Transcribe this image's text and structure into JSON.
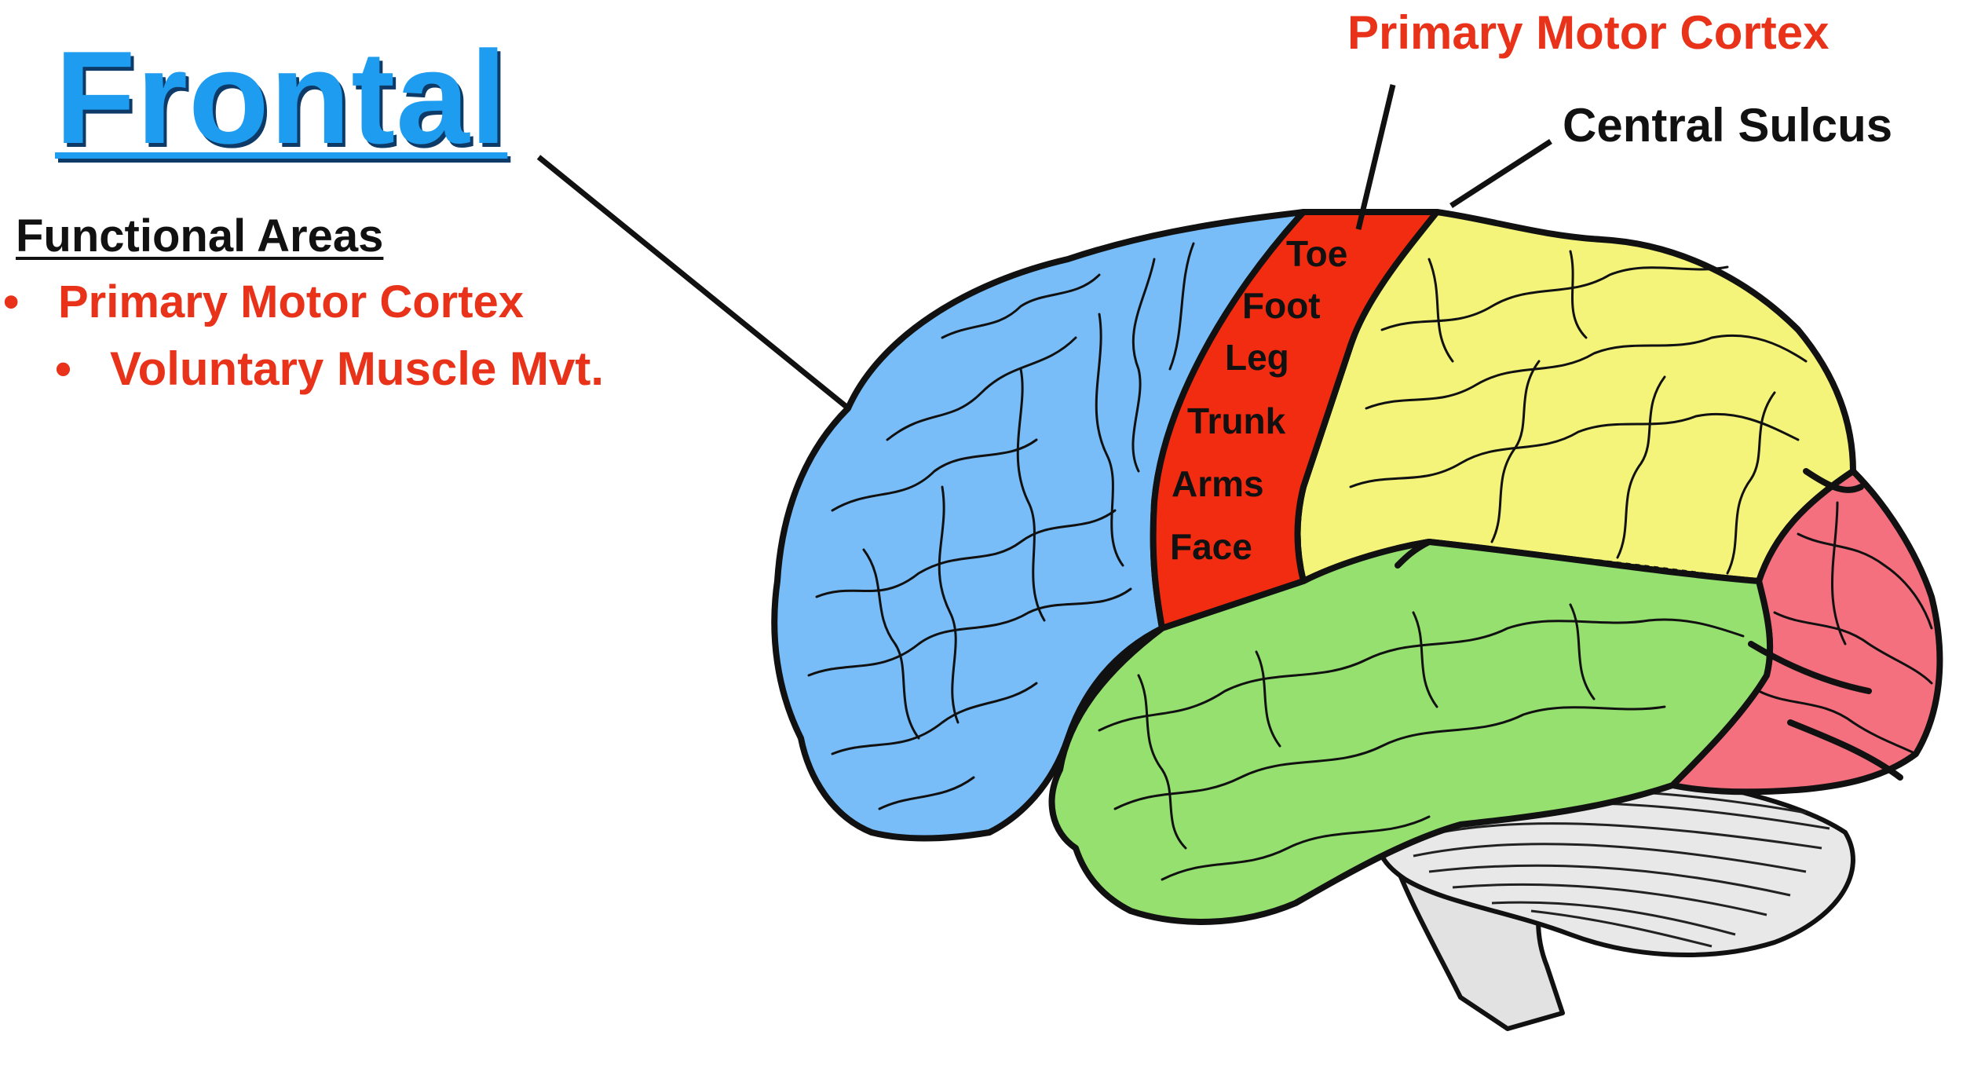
{
  "title": "Frontal",
  "functional_areas": {
    "heading": "Functional Areas",
    "items": [
      {
        "label": "Primary Motor Cortex"
      },
      {
        "label": "Voluntary Muscle Mvt."
      }
    ],
    "bullet": "•"
  },
  "callouts": {
    "primary_motor_cortex": "Primary Motor Cortex",
    "central_sulcus": "Central Sulcus"
  },
  "homunculus": [
    "Toe",
    "Foot",
    "Leg",
    "Trunk",
    "Arms",
    "Face"
  ],
  "colors": {
    "frontal_lobe": "#78bdf8",
    "motor_strip": "#f22c10",
    "parietal_lobe": "#f4f47a",
    "temporal_lobe": "#96e070",
    "occipital_lobe": "#f5707e",
    "cerebellum": "#e8e8e8",
    "brainstem": "#e2e2e2",
    "title": "#1e9cf0",
    "accent_red": "#e8321a"
  }
}
